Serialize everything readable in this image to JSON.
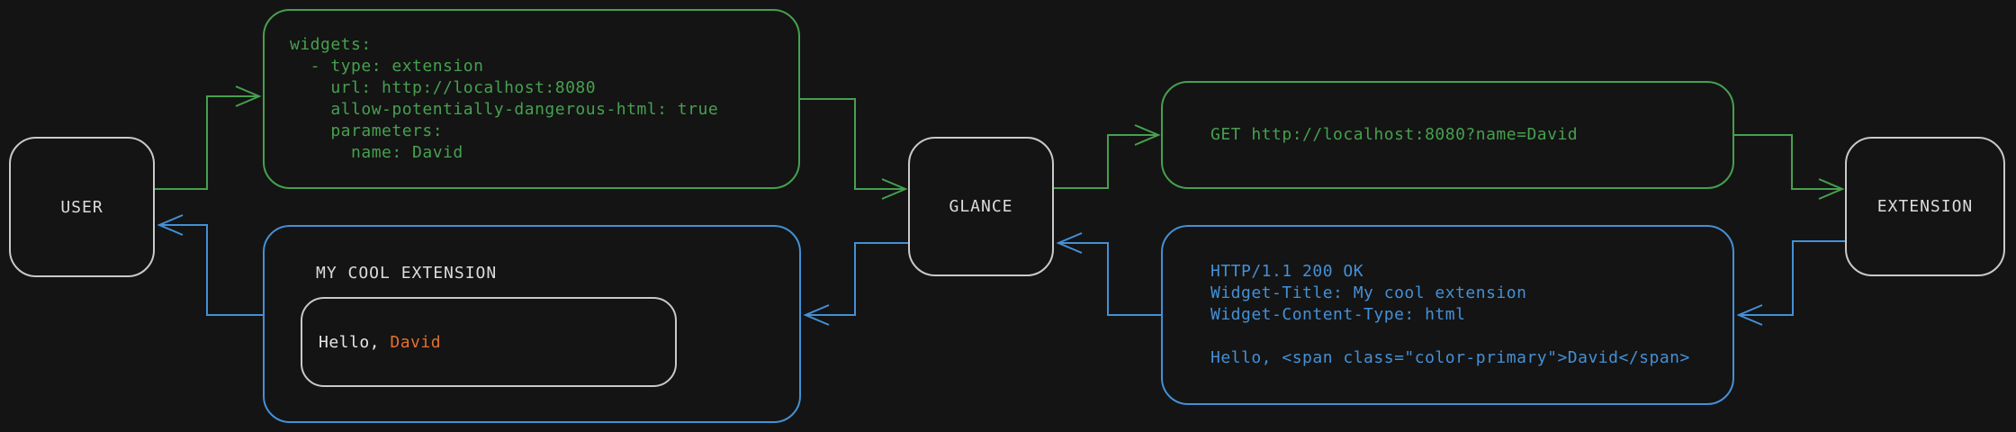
{
  "colors": {
    "background": "#141414",
    "green": "#46a04f",
    "blue": "#4490d6",
    "orange": "#e4702e",
    "gray_border": "#c9c9c9",
    "text_light": "#dcdcdc",
    "text_white": "#e8e8e8"
  },
  "nodes": {
    "user": {
      "label": "USER"
    },
    "glance": {
      "label": "GLANCE"
    },
    "extension": {
      "label": "EXTENSION"
    }
  },
  "config_box": {
    "code": "widgets:\n  - type: extension\n    url: http://localhost:8080\n    allow-potentially-dangerous-html: true\n    parameters:\n      name: David"
  },
  "request_box": {
    "code": "GET http://localhost:8080?name=David"
  },
  "response_box": {
    "code": "HTTP/1.1 200 OK\nWidget-Title: My cool extension\nWidget-Content-Type: html\n\nHello, <span class=\"color-primary\">David</span>"
  },
  "widget_box": {
    "title": "MY COOL EXTENSION",
    "greeting_prefix": "Hello, ",
    "greeting_name": "David"
  },
  "arrows": {
    "request_color_name": "green",
    "response_color_name": "blue"
  }
}
